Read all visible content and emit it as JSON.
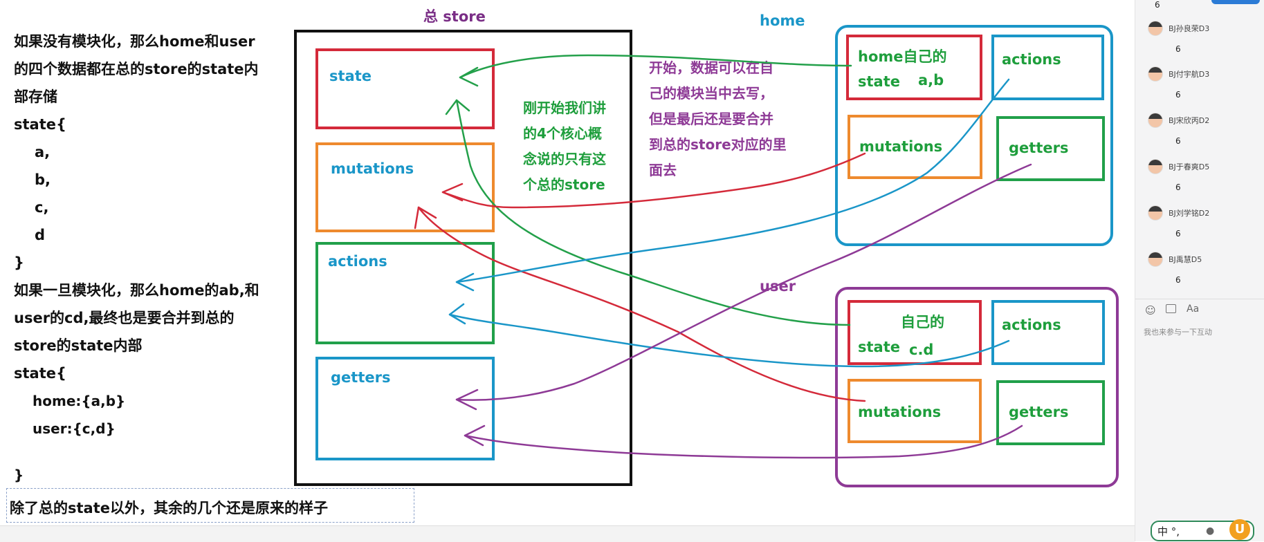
{
  "store_title": "总  store",
  "left_note": {
    "lines": [
      "如果没有模块化，那么home和user",
      "的四个数据都在总的store的state内",
      "部存储",
      "state{",
      "    a,",
      "    b,",
      "    c,",
      "    d",
      "}",
      "如果一旦模块化，那么home的ab,和",
      "user的cd,最终也是要合并到总的",
      "store的state内部",
      "state{"
    ],
    "home_line": "home:{a,b}",
    "user_line": "user:{c,d}",
    "close": "}"
  },
  "bottom_textbox": "除了总的state以外，其余的几个还是原来的样子",
  "store_boxes": {
    "state": "state",
    "mutations": "mutations",
    "actions": "actions",
    "getters": "getters"
  },
  "center_note": [
    "刚开始我们讲",
    "的4个核心概",
    "念说的只有这",
    "个总的store"
  ],
  "purple_note": [
    "开始，数据可以在自",
    "己的模块当中去写，",
    "但是最后还是要合并",
    "到总的store对应的里",
    "面去"
  ],
  "home_module": {
    "title": "home",
    "state_line1": "home自己的",
    "state_line2": "state",
    "state_vars": "a,b",
    "actions": "actions",
    "mutations": "mutations",
    "getters": "getters"
  },
  "user_module": {
    "title": "user",
    "state_line1": "自己的",
    "state_line2": "state",
    "state_vars": "c.d",
    "actions": "actions",
    "mutations": "mutations",
    "getters": "getters"
  },
  "colors": {
    "state_border": "#d42a3a",
    "mutations_border": "#ee8a2e",
    "actions_border": "#21a04a",
    "getters_border": "#1a96c8",
    "home_border": "#1a96c8",
    "user_border": "#8e3a96",
    "green_arrow": "#23a04a",
    "red_arrow": "#d42a3a",
    "blue_arrow": "#1a96c8",
    "purple_arrow": "#8e3a96"
  },
  "sidebar": {
    "top_count": "6",
    "users": [
      {
        "name": "BJ孙良荣D3",
        "msg": "6"
      },
      {
        "name": "BJ付宇航D3",
        "msg": "6"
      },
      {
        "name": "BJ宋欣丙D2",
        "msg": "6"
      },
      {
        "name": "BJ于春爽D5",
        "msg": "6"
      },
      {
        "name": "BJ刘学铭D2",
        "msg": "6"
      },
      {
        "name": "BJ禹慧D5",
        "msg": "6"
      }
    ],
    "input_placeholder": "我也来参与一下互动"
  },
  "ime": {
    "label": "中 °,"
  }
}
